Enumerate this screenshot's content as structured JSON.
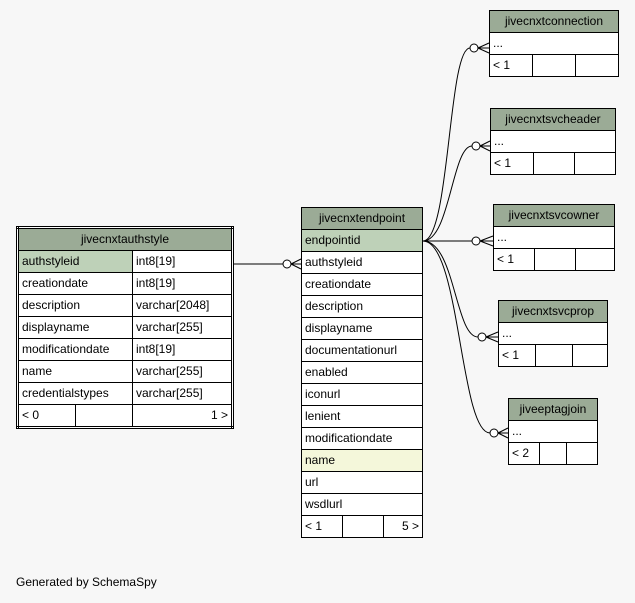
{
  "diagram": {
    "main_table": {
      "name": "jivecnxtauthstyle",
      "rows": [
        {
          "col": "authstyleid",
          "type": "int8[19]"
        },
        {
          "col": "creationdate",
          "type": "int8[19]"
        },
        {
          "col": "description",
          "type": "varchar[2048]"
        },
        {
          "col": "displayname",
          "type": "varchar[255]"
        },
        {
          "col": "modificationdate",
          "type": "int8[19]"
        },
        {
          "col": "name",
          "type": "varchar[255]"
        },
        {
          "col": "credentialstypes",
          "type": "varchar[255]"
        }
      ],
      "footer_left": "< 0",
      "footer_right": "1 >"
    },
    "endpoint_table": {
      "name": "jivecnxtendpoint",
      "rows": [
        "endpointid",
        "authstyleid",
        "creationdate",
        "description",
        "displayname",
        "documentationurl",
        "enabled",
        "iconurl",
        "lenient",
        "modificationdate",
        "name",
        "url",
        "wsdlurl"
      ],
      "footer_left": "< 1",
      "footer_right": "5 >"
    },
    "child_tables": [
      {
        "name": "jivecnxtconnection",
        "row": "...",
        "footer_left": "< 1"
      },
      {
        "name": "jivecnxtsvcheader",
        "row": "...",
        "footer_left": "< 1"
      },
      {
        "name": "jivecnxtsvcowner",
        "row": "...",
        "footer_left": "< 1"
      },
      {
        "name": "jivecnxtsvcprop",
        "row": "...",
        "footer_left": "< 1"
      },
      {
        "name": "jiveeptagjoin",
        "row": "...",
        "footer_left": "< 2"
      }
    ]
  },
  "footer": {
    "text": "Generated by SchemaSpy"
  }
}
